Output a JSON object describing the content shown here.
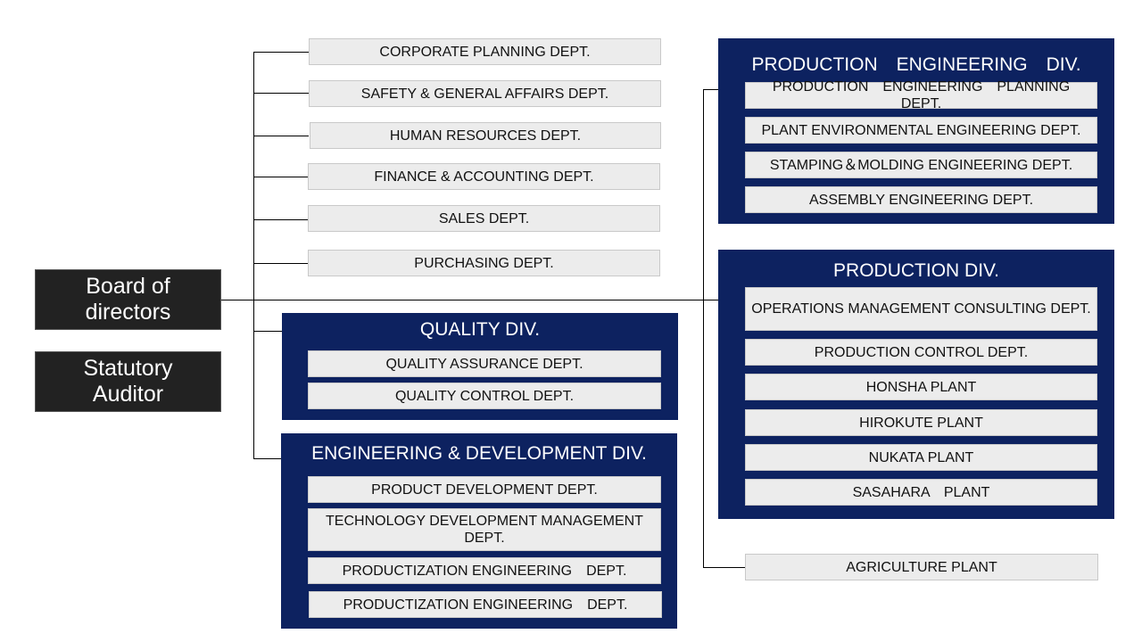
{
  "board": {
    "label": "Board of\ndirectors"
  },
  "auditor": {
    "label": "Statutory\nAuditor"
  },
  "staff_depts": [
    "CORPORATE PLANNING DEPT.",
    "SAFETY & GENERAL AFFAIRS DEPT.",
    "HUMAN RESOURCES DEPT.",
    "FINANCE & ACCOUNTING DEPT.",
    "SALES DEPT.",
    "PURCHASING DEPT."
  ],
  "quality_div": {
    "title": "QUALITY DIV.",
    "depts": [
      "QUALITY ASSURANCE DEPT.",
      "QUALITY CONTROL DEPT."
    ]
  },
  "engineering_div": {
    "title": "ENGINEERING & DEVELOPMENT DIV.",
    "depts": [
      "PRODUCT DEVELOPMENT DEPT.",
      "TECHNOLOGY DEVELOPMENT MANAGEMENT DEPT.",
      "PRODUCTIZATION ENGINEERING　DEPT.",
      "PRODUCTIZATION ENGINEERING　DEPT."
    ]
  },
  "production_engineering_div": {
    "title": "PRODUCTION　ENGINEERING　DIV.",
    "depts": [
      "PRODUCTION　ENGINEERING　PLANNING　DEPT.",
      "PLANT ENVIRONMENTAL ENGINEERING DEPT.",
      "STAMPING＆MOLDING ENGINEERING DEPT.",
      "ASSEMBLY ENGINEERING DEPT."
    ]
  },
  "production_div": {
    "title": "PRODUCTION DIV.",
    "depts": [
      "OPERATIONS MANAGEMENT CONSULTING DEPT.",
      "PRODUCTION CONTROL DEPT.",
      "HONSHA PLANT",
      "HIROKUTE PLANT",
      "NUKATA PLANT",
      "SASAHARA　PLANT"
    ]
  },
  "agriculture_plant": {
    "label": "AGRICULTURE PLANT"
  },
  "colors": {
    "division": "#0d2260",
    "executive": "#222222",
    "dept": "#ececec",
    "connector": "#000000"
  }
}
